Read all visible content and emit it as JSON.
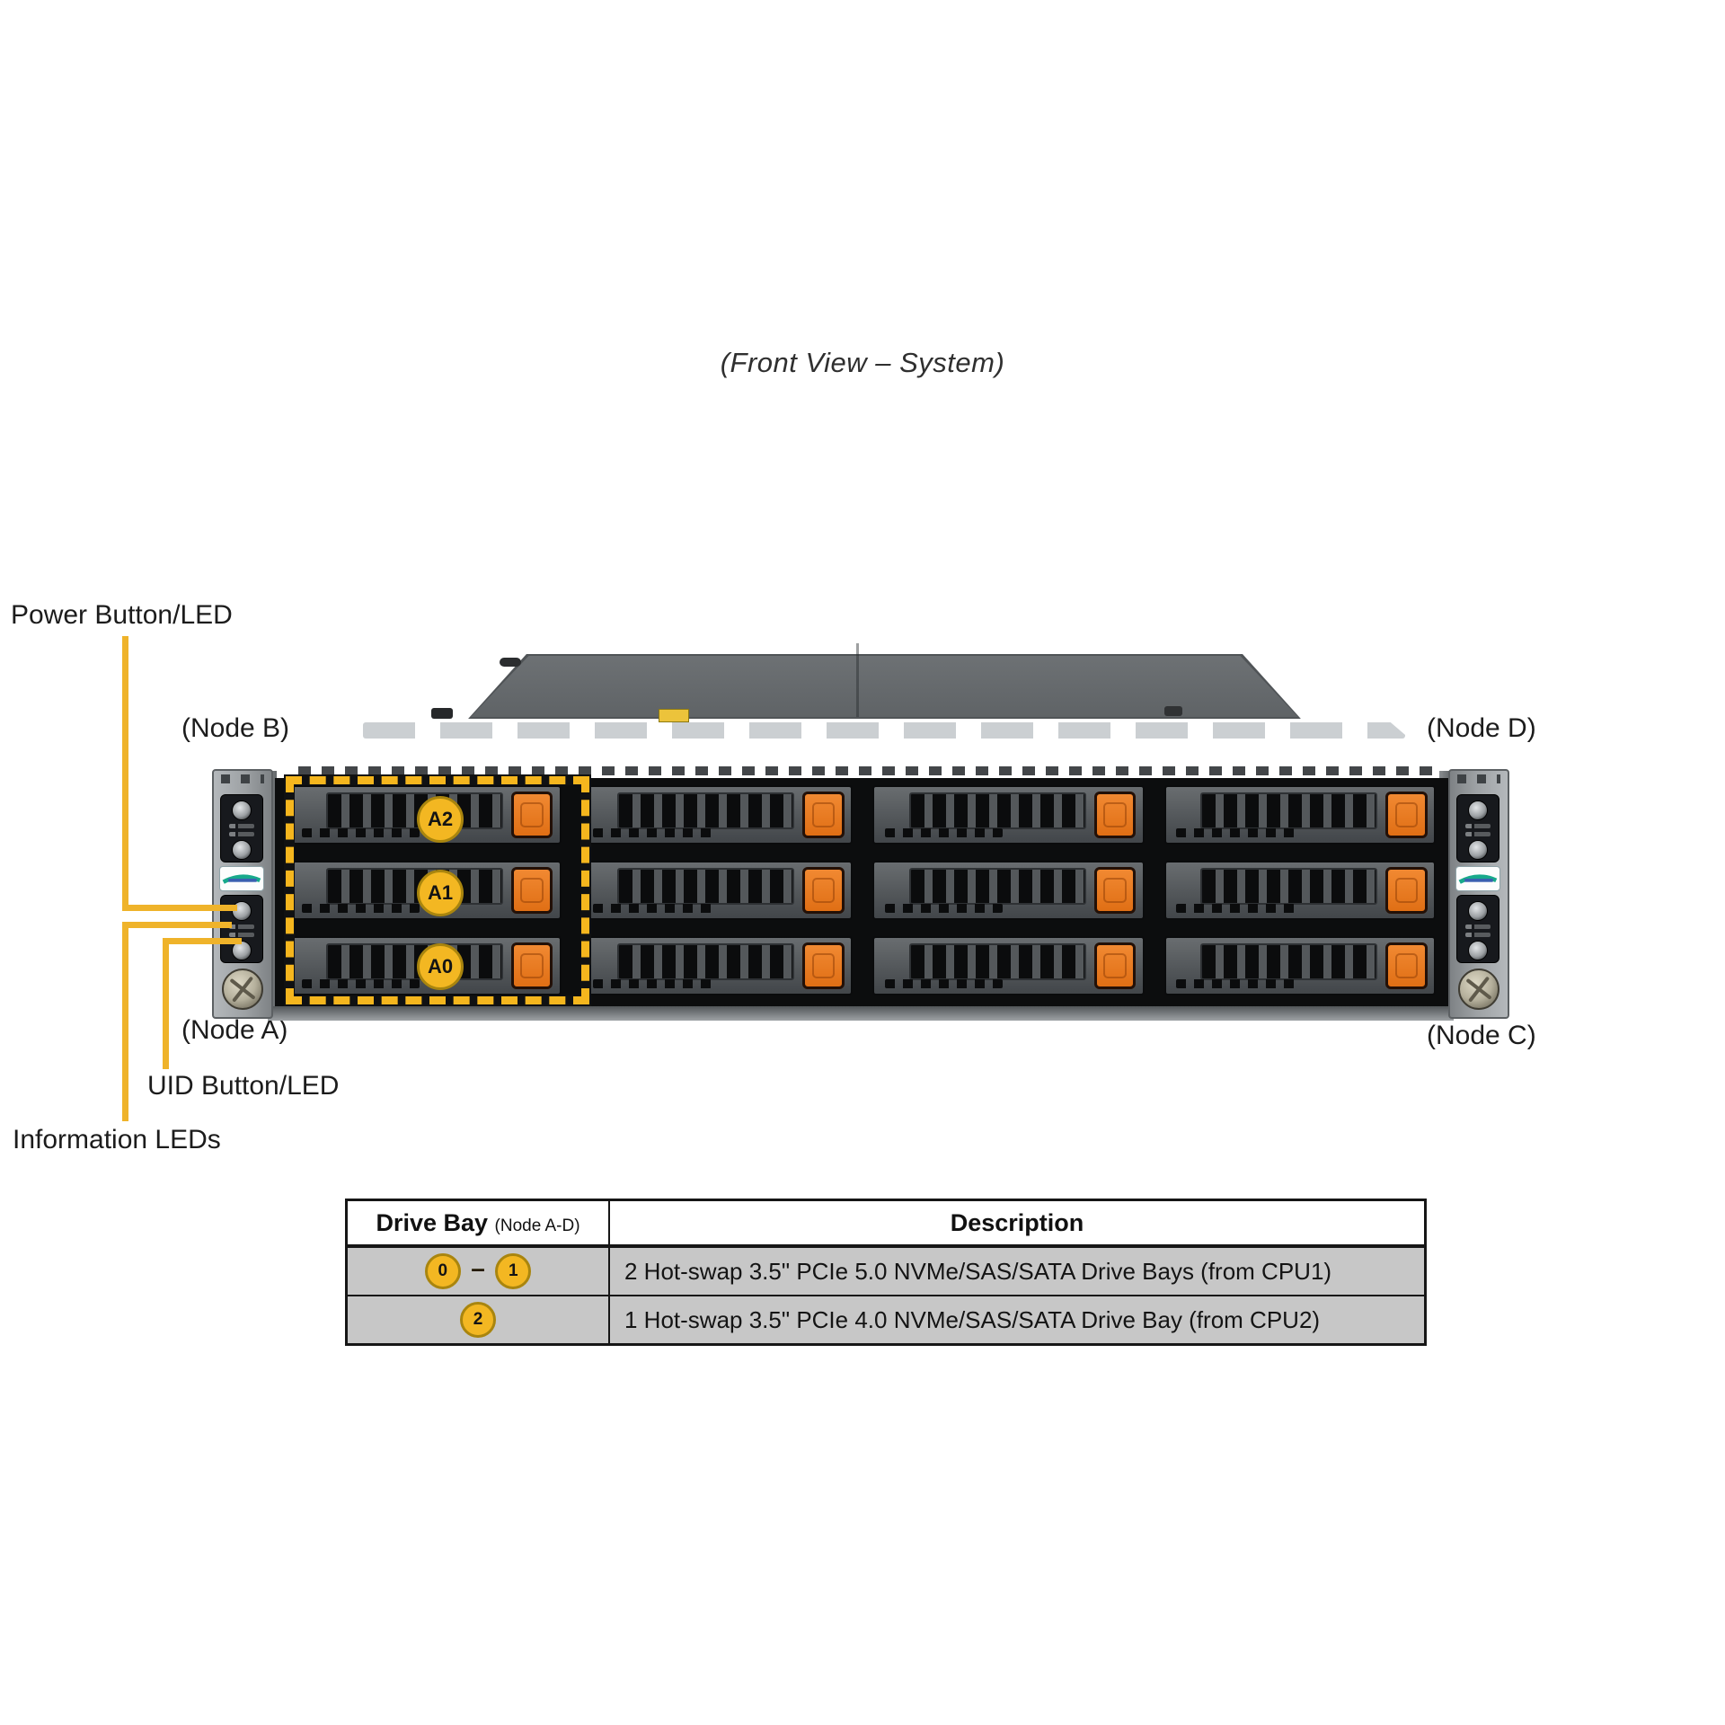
{
  "figure": {
    "caption": "(Front View – System)"
  },
  "callouts": {
    "power": "Power Button/LED",
    "uid": "UID Button/LED",
    "info": "Information LEDs"
  },
  "nodes": {
    "b": "(Node B)",
    "d": "(Node D)",
    "a": "(Node A)",
    "c": "(Node C)"
  },
  "chassis": {
    "bay_labels": [
      "A2",
      "A1",
      "A0"
    ],
    "drive_columns": 4,
    "drive_rows": 3
  },
  "colors": {
    "callout_gold": "#EFB32A",
    "badge_gold": "#F3B722",
    "latch_orange": "#E8761F",
    "table_row_gray": "#C7C7C7"
  },
  "table": {
    "headers": {
      "drive_bay": "Drive Bay",
      "drive_bay_note": "(Node A-D)",
      "description": "Description"
    },
    "rows": [
      {
        "bays": [
          "0",
          "1"
        ],
        "separator": "–",
        "description": "2 Hot-swap 3.5\" PCIe 5.0 NVMe/SAS/SATA Drive Bays (from CPU1)"
      },
      {
        "bays": [
          "2"
        ],
        "separator": "",
        "description": "1 Hot-swap 3.5\" PCIe 4.0 NVMe/SAS/SATA Drive Bay (from CPU2)"
      }
    ]
  }
}
